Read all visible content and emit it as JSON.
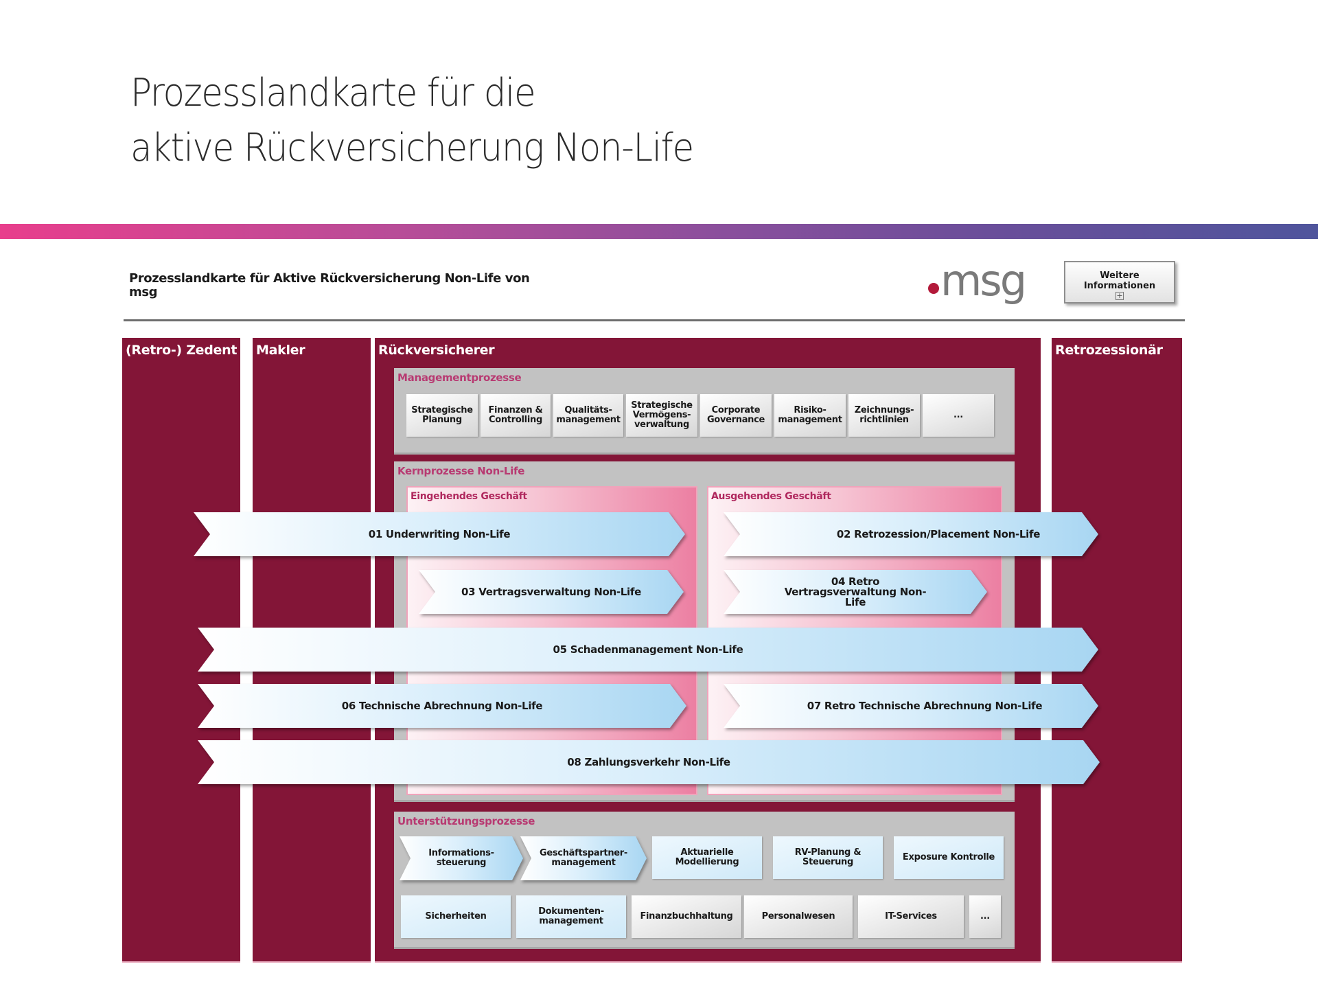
{
  "page": {
    "title_line1": "Prozesslandkarte für die",
    "title_line2": "aktive Rückversicherung Non-Life"
  },
  "colors": {
    "lane": "#831537",
    "group_bg": "#c2c2c2",
    "group_label": "#b83a72",
    "pink_panel_end": "#ec7fa2",
    "arrow_end": "#a8d6f2",
    "gradient_bar_start": "#e83e8c",
    "gradient_bar_end": "#4f559c",
    "logo_dot": "#b3193a",
    "logo_text": "#7a7a7a"
  },
  "diagram": {
    "header_title": "Prozesslandkarte für Aktive Rückversicherung Non-Life von msg",
    "logo_text": "msg",
    "info_button": {
      "line1": "Weitere",
      "line2": "Informationen",
      "icon": "plus-box-icon"
    },
    "lanes": [
      {
        "label": "(Retro-) Zedent"
      },
      {
        "label": "Makler"
      },
      {
        "label": "Rückversicherer"
      },
      {
        "label": "Retrozessionär"
      }
    ],
    "management": {
      "label": "Managementprozesse",
      "items": [
        "Strategische Planung",
        "Finanzen & Controlling",
        "Qualitäts-management",
        "Strategische Vermögens-verwaltung",
        "Corporate Governance",
        "Risiko-management",
        "Zeichnungs-richtlinien",
        "..."
      ]
    },
    "core": {
      "label": "Kernprozesse Non-Life",
      "incoming_label": "Eingehendes Geschäft",
      "outgoing_label": "Ausgehendes Geschäft",
      "processes": [
        "01 Underwriting Non-Life",
        "02 Retrozession/Placement Non-Life",
        "03 Vertragsverwaltung Non-Life",
        "04 Retro Vertragsverwaltung Non-Life",
        "05 Schadenmanagement Non-Life",
        "06 Technische Abrechnung Non-Life",
        "07 Retro Technische Abrechnung Non-Life",
        "08 Zahlungsverkehr Non-Life"
      ]
    },
    "support": {
      "label": "Unterstützungsprozesse",
      "row1": [
        "Informations-steuerung",
        "Geschäftspartner-management",
        "Aktuarielle Modellierung",
        "RV-Planung & Steuerung",
        "Exposure Kontrolle"
      ],
      "row2": [
        "Sicherheiten",
        "Dokumenten-management",
        "Finanzbuchhaltung",
        "Personalwesen",
        "IT-Services",
        "..."
      ]
    }
  }
}
